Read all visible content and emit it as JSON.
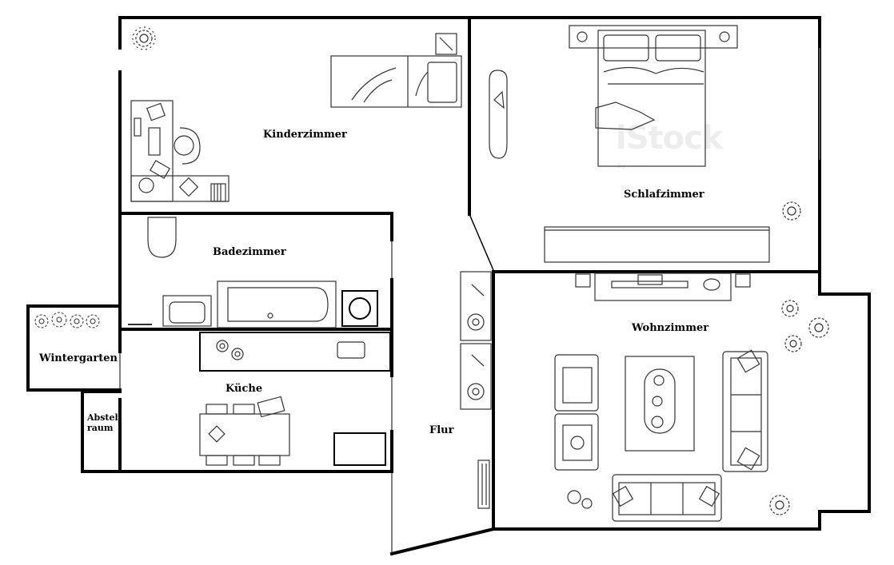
{
  "rooms": {
    "kinderzimmer": "Kinderzimmer",
    "schlafzimmer": "Schlafzimmer",
    "badezimmer": "Badezimmer",
    "wintergarten": "Wintergarten",
    "kueche": "Küche",
    "abstellraum_line1": "Abstell",
    "abstellraum_line2": "raum",
    "flur": "Flur",
    "wohnzimmer": "Wohnzimmer"
  },
  "watermark": {
    "brand": "iStock",
    "credit": "by ·········"
  },
  "colors": {
    "wall": "#000000",
    "furniture": "#333333",
    "background": "#ffffff"
  }
}
